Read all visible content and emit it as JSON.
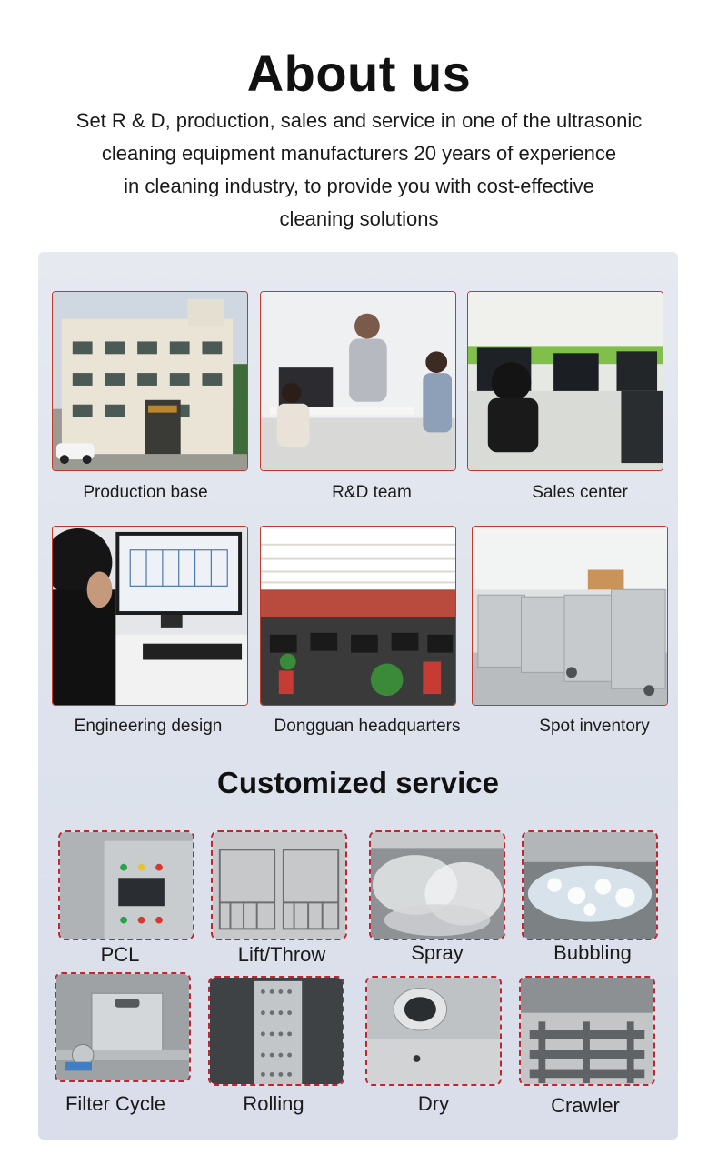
{
  "header": {
    "title": "About us",
    "intro_lines": [
      "Set R & D, production, sales and service in one of the ultrasonic",
      "cleaning equipment manufacturers 20 years of experience",
      "in cleaning industry, to provide you with cost-effective",
      "cleaning solutions"
    ]
  },
  "gallery": [
    {
      "label": "Production base",
      "icon": "building-photo"
    },
    {
      "label": "R&D team",
      "icon": "team-meeting-photo"
    },
    {
      "label": "Sales center",
      "icon": "office-photo"
    },
    {
      "label": "Engineering design",
      "icon": "cad-design-photo"
    },
    {
      "label": "Dongguan headquarters",
      "icon": "headquarters-photo"
    },
    {
      "label": "Spot inventory",
      "icon": "inventory-photo"
    }
  ],
  "services": {
    "title": "Customized service",
    "items": [
      {
        "label": "PCL",
        "icon": "control-panel-photo"
      },
      {
        "label": "Lift/Throw",
        "icon": "lift-basket-photo"
      },
      {
        "label": "Spray",
        "icon": "spray-photo"
      },
      {
        "label": "Bubbling",
        "icon": "bubbling-photo"
      },
      {
        "label": "Filter Cycle",
        "icon": "filter-photo"
      },
      {
        "label": "Rolling",
        "icon": "rolling-drum-photo"
      },
      {
        "label": "Dry",
        "icon": "dry-vent-photo"
      },
      {
        "label": "Crawler",
        "icon": "crawler-conveyor-photo"
      }
    ]
  },
  "colors": {
    "frame_red": "#c0392b",
    "dashed_red": "#c0262d",
    "panel_bg": "#e1e5ee"
  }
}
